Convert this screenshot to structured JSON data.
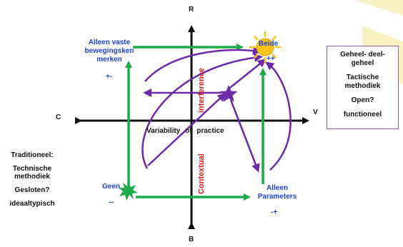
{
  "colors": {
    "axis": "#111111",
    "green": "#1faa4a",
    "purple": "#6b2aa8",
    "blue": "#1f3fe0",
    "red": "#e01a1a",
    "sun": "#f7c21a",
    "bg_stripe": "#f7f3c4"
  },
  "axes": {
    "top": "R",
    "bottom": "B",
    "left": "C",
    "right": "V",
    "center": "Variability of practice"
  },
  "quadrants": {
    "top_left": [
      "Alleen vaste",
      "bewegingsken",
      "merken"
    ],
    "top_left_sign": "+-",
    "top_right": "Beide",
    "top_right_sign": "++",
    "bottom_left": "Geen",
    "bottom_left_sign": "--",
    "bottom_right": [
      "Alleen",
      "Parameters"
    ],
    "bottom_right_sign": "-+"
  },
  "vertical_labels": {
    "upper": "interference",
    "lower": "Contextual"
  },
  "left_panel": [
    "Traditioneel:",
    "Technische",
    "methodiek",
    "Gesloten?",
    "ideaaltypisch"
  ],
  "right_panel": [
    "Geheel- deel-",
    "geheel",
    "Tactische",
    "methodiek",
    "Open?",
    "functioneel"
  ],
  "icons": {
    "sun": "sun-icon",
    "star": "star-icon",
    "burst": "burst-icon"
  }
}
